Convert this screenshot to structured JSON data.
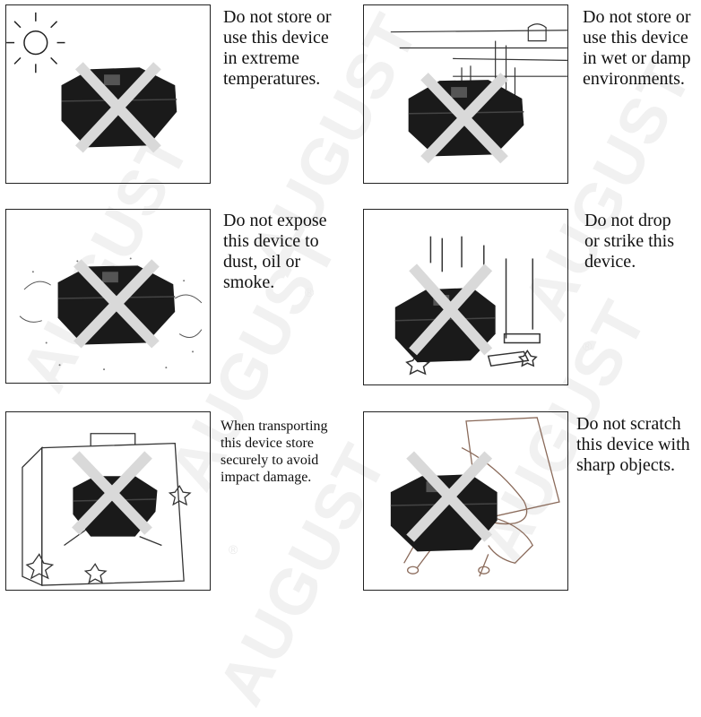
{
  "watermark": {
    "text": "AUGUST",
    "reg_mark": "®"
  },
  "warnings": [
    {
      "id": "temperature",
      "icon": "sun-icon",
      "lines": [
        "Do not store or",
        "use this device",
        "in extreme",
        "temperatures."
      ]
    },
    {
      "id": "wet",
      "icon": "tap-icon",
      "lines": [
        "Do not store or",
        "use this device",
        "in wet or damp",
        "environments."
      ]
    },
    {
      "id": "dust",
      "icon": "dust-icon",
      "lines": [
        "Do not expose",
        "this device to",
        "dust, oil or",
        "smoke."
      ]
    },
    {
      "id": "drop",
      "icon": "falling-icon",
      "lines": [
        "Do not drop",
        "or strike this",
        "device."
      ]
    },
    {
      "id": "transport",
      "icon": "briefcase-icon",
      "lines": [
        "When transporting",
        "this device store",
        "securely to avoid",
        "impact damage."
      ]
    },
    {
      "id": "scratch",
      "icon": "scissors-icon",
      "lines": [
        "Do not scratch",
        "this device with",
        "sharp objects."
      ]
    }
  ],
  "colors": {
    "device": "#1a1a1a",
    "cross": "#d9d9d9",
    "border": "#222222"
  }
}
